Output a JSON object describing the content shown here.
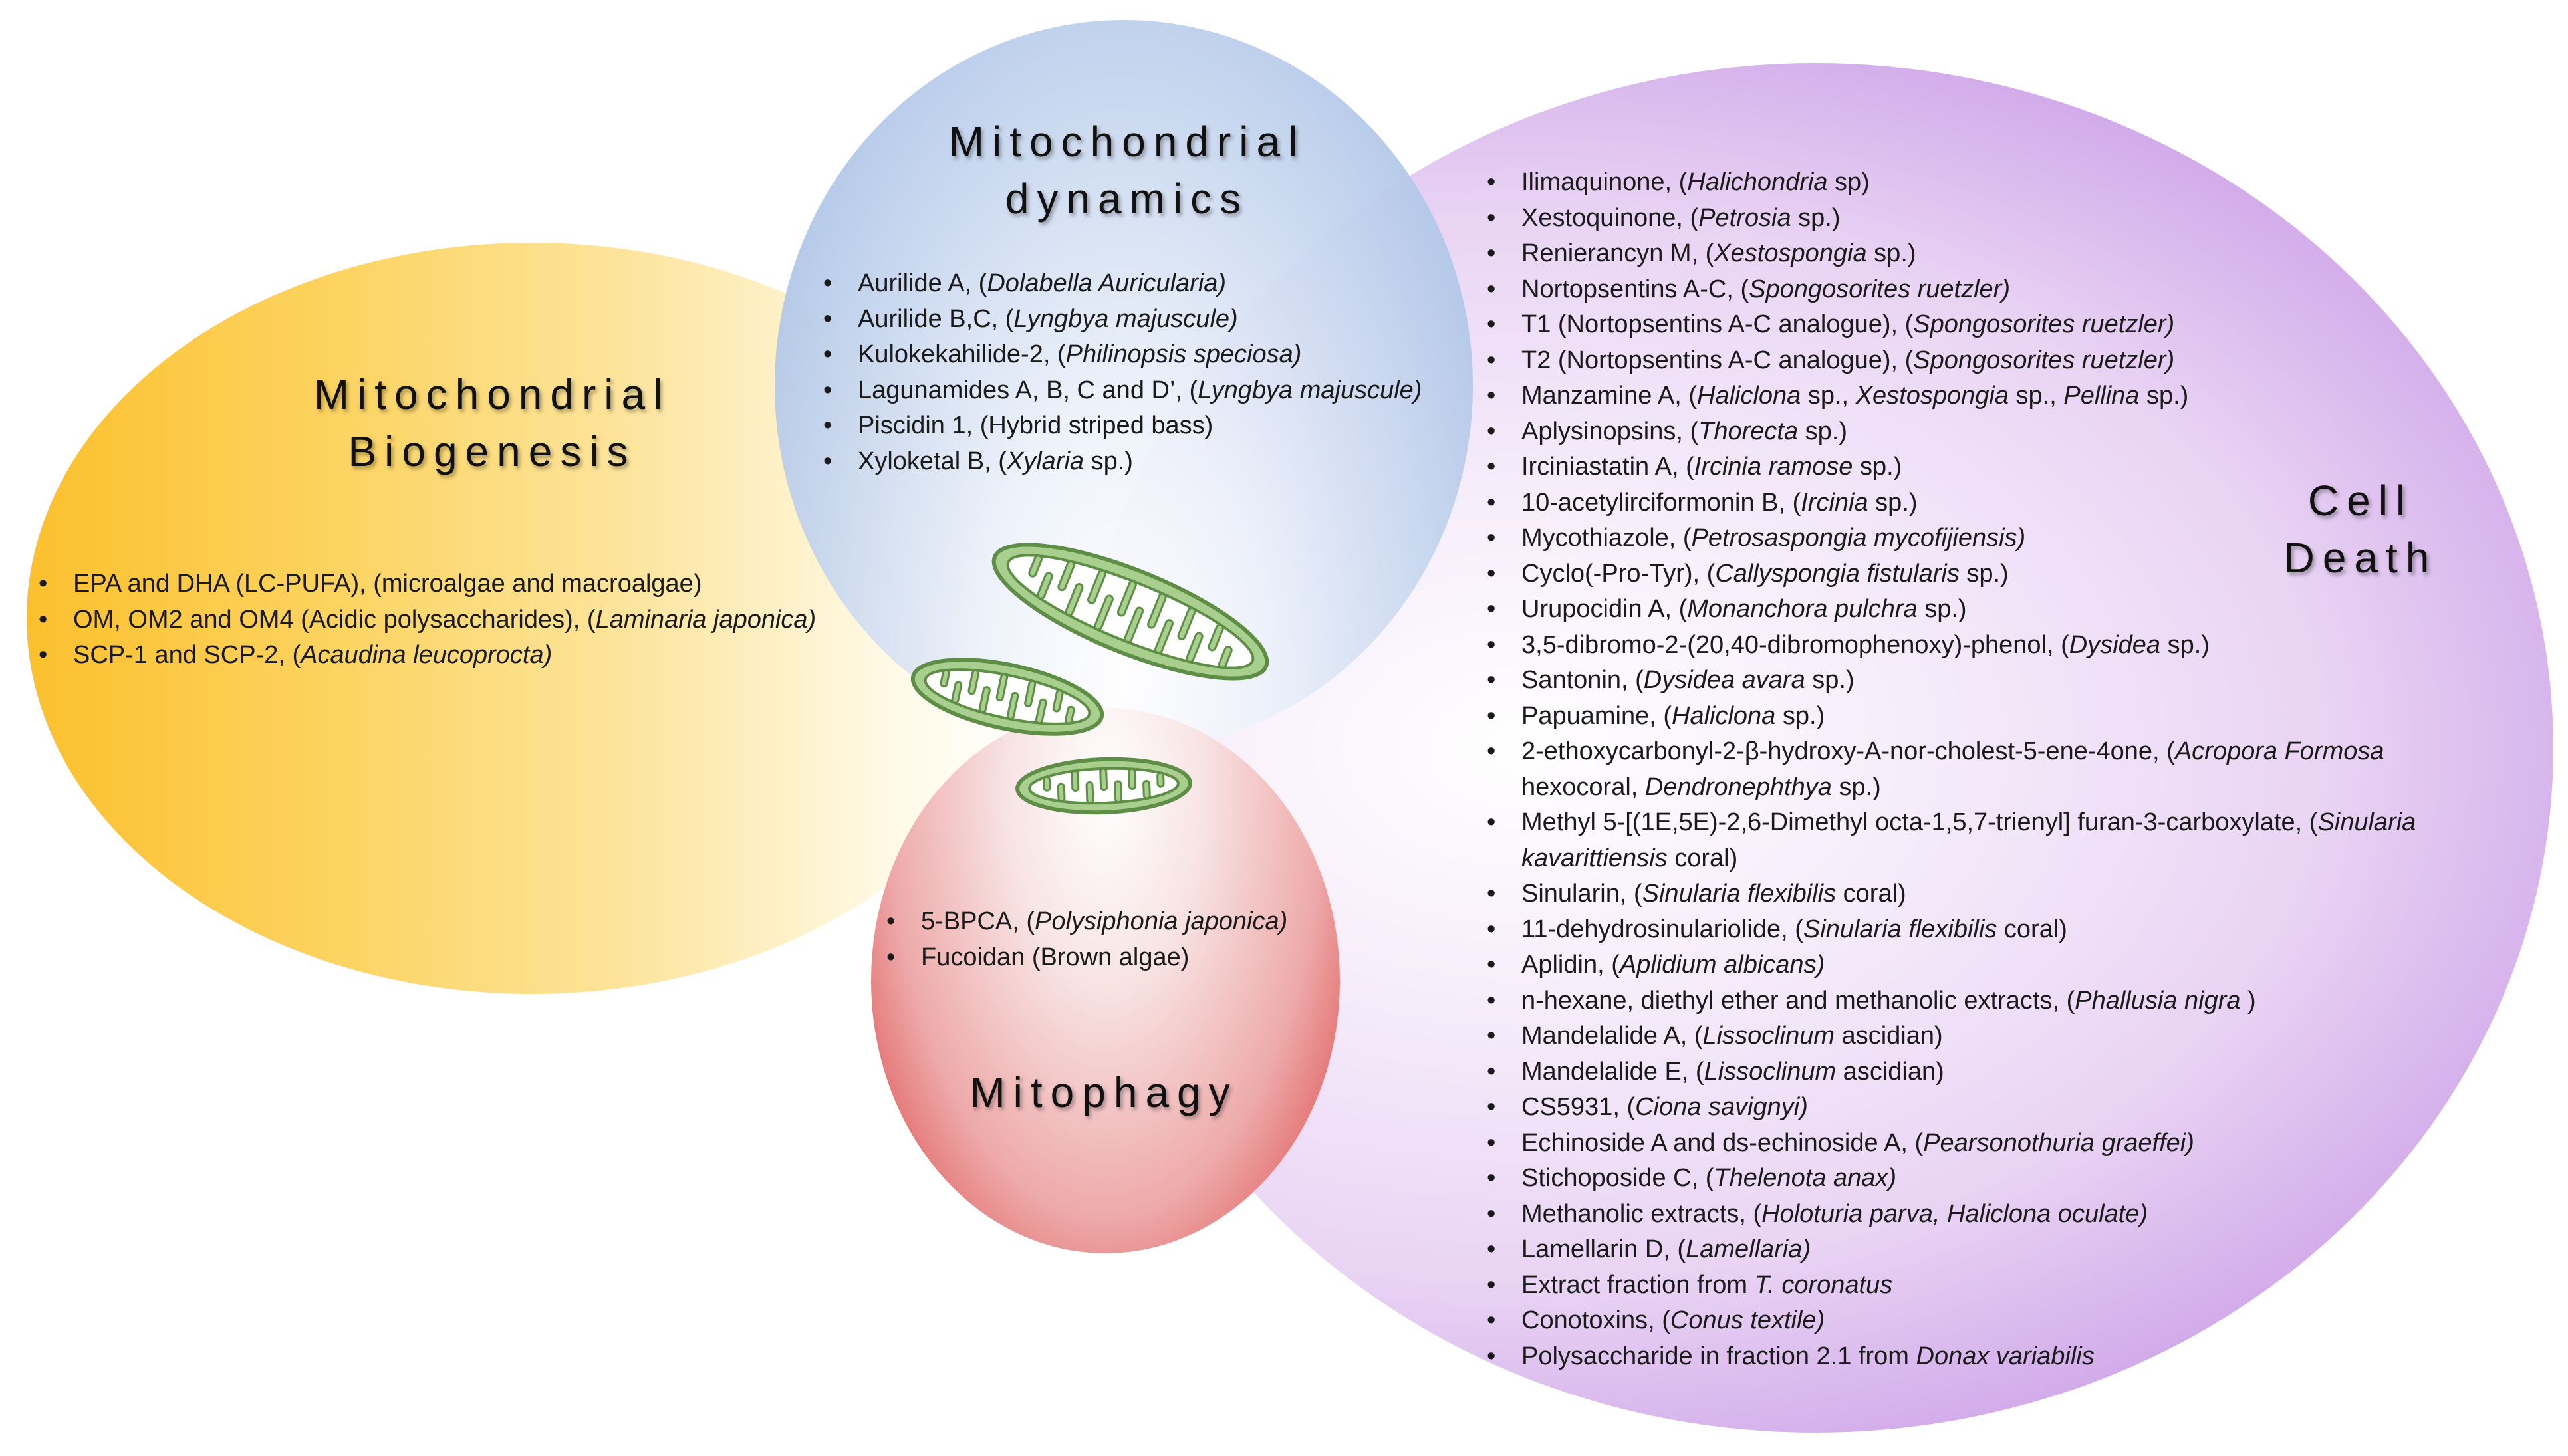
{
  "colors": {
    "biogenesis": "#fbc02d",
    "dynamics": "#9fb9e2",
    "mitophagy": "#d53a3a",
    "cell_death": "#b784dc",
    "mitochondria_fill": "#a9cf8e",
    "mitochondria_stroke": "#5e8e46"
  },
  "sections": {
    "biogenesis": {
      "title_lines": [
        "Mitochondrial",
        "Biogenesis"
      ],
      "items": [
        {
          "segments": [
            {
              "t": "EPA and DHA (LC-PUFA), (microalgae and macroalgae)",
              "i": false
            }
          ]
        },
        {
          "segments": [
            {
              "t": "OM, OM2 and OM4 (Acidic polysaccharides), (",
              "i": false
            },
            {
              "t": "Laminaria japonica)",
              "i": true
            }
          ]
        },
        {
          "segments": [
            {
              "t": "SCP-1 and SCP-2, (",
              "i": false
            },
            {
              "t": "Acaudina leucoprocta)",
              "i": true
            }
          ]
        }
      ]
    },
    "dynamics": {
      "title_lines": [
        "Mitochondrial",
        "dynamics"
      ],
      "items": [
        {
          "segments": [
            {
              "t": "Aurilide A, (",
              "i": false
            },
            {
              "t": "Dolabella Auricularia)",
              "i": true
            }
          ]
        },
        {
          "segments": [
            {
              "t": "Aurilide B,C, (",
              "i": false
            },
            {
              "t": "Lyngbya majuscule)",
              "i": true
            }
          ]
        },
        {
          "segments": [
            {
              "t": "Kulokekahilide-2, (",
              "i": false
            },
            {
              "t": "Philinopsis speciosa)",
              "i": true
            }
          ]
        },
        {
          "segments": [
            {
              "t": "Lagunamides A, B, C and D’, (",
              "i": false
            },
            {
              "t": "Lyngbya majuscule)",
              "i": true
            }
          ]
        },
        {
          "segments": [
            {
              "t": "Piscidin 1, (Hybrid striped bass)",
              "i": false
            }
          ]
        },
        {
          "segments": [
            {
              "t": "Xyloketal B, (",
              "i": false
            },
            {
              "t": "Xylaria",
              "i": true
            },
            {
              "t": " sp.)",
              "i": false
            }
          ]
        }
      ]
    },
    "mitophagy": {
      "title_lines": [
        "Mitophagy"
      ],
      "items": [
        {
          "segments": [
            {
              "t": "5-BPCA, (",
              "i": false
            },
            {
              "t": "Polysiphonia japonica)",
              "i": true
            }
          ]
        },
        {
          "segments": [
            {
              "t": "Fucoidan (Brown algae)",
              "i": false
            }
          ]
        }
      ]
    },
    "cell_death": {
      "title_lines": [
        "Cell",
        "Death"
      ],
      "items": [
        {
          "segments": [
            {
              "t": "Ilimaquinone, (",
              "i": false
            },
            {
              "t": "Halichondria",
              "i": true
            },
            {
              "t": " sp)",
              "i": false
            }
          ]
        },
        {
          "segments": [
            {
              "t": "Xestoquinone, (",
              "i": false
            },
            {
              "t": "Petrosia",
              "i": true
            },
            {
              "t": " sp.)",
              "i": false
            }
          ]
        },
        {
          "segments": [
            {
              "t": "Renierancyn M, (",
              "i": false
            },
            {
              "t": "Xestospongia",
              "i": true
            },
            {
              "t": " sp.)",
              "i": false
            }
          ]
        },
        {
          "segments": [
            {
              "t": "Nortopsentins A-C, (",
              "i": false
            },
            {
              "t": "Spongosorites ruetzler)",
              "i": true
            }
          ]
        },
        {
          "segments": [
            {
              "t": "T1 (Nortopsentins A-C analogue), (",
              "i": false
            },
            {
              "t": "Spongosorites ruetzler)",
              "i": true
            }
          ]
        },
        {
          "segments": [
            {
              "t": "T2 (Nortopsentins A-C analogue), (",
              "i": false
            },
            {
              "t": "Spongosorites ruetzler)",
              "i": true
            }
          ]
        },
        {
          "segments": [
            {
              "t": "Manzamine A, (",
              "i": false
            },
            {
              "t": "Haliclona",
              "i": true
            },
            {
              "t": " sp., ",
              "i": false
            },
            {
              "t": "Xestospongia",
              "i": true
            },
            {
              "t": " sp., ",
              "i": false
            },
            {
              "t": "Pellina",
              "i": true
            },
            {
              "t": " sp.)",
              "i": false
            }
          ]
        },
        {
          "segments": [
            {
              "t": "Aplysinopsins, (",
              "i": false
            },
            {
              "t": "Thorecta",
              "i": true
            },
            {
              "t": " sp.)",
              "i": false
            }
          ]
        },
        {
          "segments": [
            {
              "t": "Irciniastatin A, (",
              "i": false
            },
            {
              "t": "Ircinia ramose",
              "i": true
            },
            {
              "t": " sp.)",
              "i": false
            }
          ]
        },
        {
          "segments": [
            {
              "t": "10-acetylirciformonin B, (",
              "i": false
            },
            {
              "t": "Ircinia",
              "i": true
            },
            {
              "t": " sp.)",
              "i": false
            }
          ]
        },
        {
          "segments": [
            {
              "t": "Mycothiazole, (",
              "i": false
            },
            {
              "t": "Petrosaspongia mycofijiensis)",
              "i": true
            }
          ]
        },
        {
          "segments": [
            {
              "t": "Cyclo(-Pro-Tyr), (",
              "i": false
            },
            {
              "t": "Callyspongia fistularis",
              "i": true
            },
            {
              "t": " sp.)",
              "i": false
            }
          ]
        },
        {
          "segments": [
            {
              "t": "Urupocidin A, (",
              "i": false
            },
            {
              "t": "Monanchora pulchra",
              "i": true
            },
            {
              "t": " sp.)",
              "i": false
            }
          ]
        },
        {
          "segments": [
            {
              "t": "3,5-dibromo-2-(20,40-dibromophenoxy)-phenol, (",
              "i": false
            },
            {
              "t": "Dysidea",
              "i": true
            },
            {
              "t": " sp.)",
              "i": false
            }
          ]
        },
        {
          "segments": [
            {
              "t": "Santonin, (",
              "i": false
            },
            {
              "t": "Dysidea avara",
              "i": true
            },
            {
              "t": " sp.)",
              "i": false
            }
          ]
        },
        {
          "segments": [
            {
              "t": "Papuamine, (",
              "i": false
            },
            {
              "t": "Haliclona",
              "i": true
            },
            {
              "t": " sp.)",
              "i": false
            }
          ]
        },
        {
          "wrap": true,
          "segments": [
            {
              "t": "2-ethoxycarbonyl-2-β-hydroxy-A-nor-cholest-5-ene-4one, (",
              "i": false
            },
            {
              "t": "Acropora Formosa",
              "i": true
            },
            {
              "t": " hexocoral, ",
              "i": false
            },
            {
              "t": "Dendronephthya",
              "i": true
            },
            {
              "t": " sp.)",
              "i": false
            }
          ]
        },
        {
          "wrap": true,
          "segments": [
            {
              "t": "Methyl 5-[(1E,5E)-2,6-Dimethyl octa-1,5,7-trienyl] furan-3-carboxylate, (",
              "i": false
            },
            {
              "t": "Sinularia kavarittiensis",
              "i": true
            },
            {
              "t": " coral)",
              "i": false
            }
          ]
        },
        {
          "segments": [
            {
              "t": "Sinularin, (",
              "i": false
            },
            {
              "t": "Sinularia flexibilis",
              "i": true
            },
            {
              "t": " coral)",
              "i": false
            }
          ]
        },
        {
          "segments": [
            {
              "t": "11-dehydrosinulariolide, (",
              "i": false
            },
            {
              "t": "Sinularia flexibilis",
              "i": true
            },
            {
              "t": " coral)",
              "i": false
            }
          ]
        },
        {
          "segments": [
            {
              "t": "Aplidin, (",
              "i": false
            },
            {
              "t": "Aplidium albicans)",
              "i": true
            }
          ]
        },
        {
          "segments": [
            {
              "t": "n-hexane, diethyl ether and methanolic extracts, (",
              "i": false
            },
            {
              "t": "Phallusia nigra",
              "i": true
            },
            {
              "t": " )",
              "i": false
            }
          ]
        },
        {
          "segments": [
            {
              "t": "Mandelalide A, (",
              "i": false
            },
            {
              "t": "Lissoclinum",
              "i": true
            },
            {
              "t": " ascidian)",
              "i": false
            }
          ]
        },
        {
          "segments": [
            {
              "t": "Mandelalide E, (",
              "i": false
            },
            {
              "t": "Lissoclinum",
              "i": true
            },
            {
              "t": " ascidian)",
              "i": false
            }
          ]
        },
        {
          "segments": [
            {
              "t": "CS5931, (",
              "i": false
            },
            {
              "t": "Ciona savignyi)",
              "i": true
            }
          ]
        },
        {
          "segments": [
            {
              "t": "Echinoside A and ds-echinoside A, (",
              "i": false
            },
            {
              "t": "Pearsonothuria graeffei)",
              "i": true
            }
          ]
        },
        {
          "segments": [
            {
              "t": "Stichoposide C, (",
              "i": false
            },
            {
              "t": "Thelenota anax)",
              "i": true
            }
          ]
        },
        {
          "segments": [
            {
              "t": "Methanolic extracts, (",
              "i": false
            },
            {
              "t": "Holoturia parva, Haliclona oculate)",
              "i": true
            }
          ]
        },
        {
          "segments": [
            {
              "t": "Lamellarin D, (",
              "i": false
            },
            {
              "t": "Lamellaria)",
              "i": true
            }
          ]
        },
        {
          "segments": [
            {
              "t": "Extract fraction from ",
              "i": false
            },
            {
              "t": "T. coronatus",
              "i": true
            }
          ]
        },
        {
          "segments": [
            {
              "t": "Conotoxins, (",
              "i": false
            },
            {
              "t": "Conus textile)",
              "i": true
            }
          ]
        },
        {
          "segments": [
            {
              "t": "Polysaccharide in fraction 2.1 from ",
              "i": false
            },
            {
              "t": "Donax variabilis",
              "i": true
            }
          ]
        }
      ]
    }
  }
}
